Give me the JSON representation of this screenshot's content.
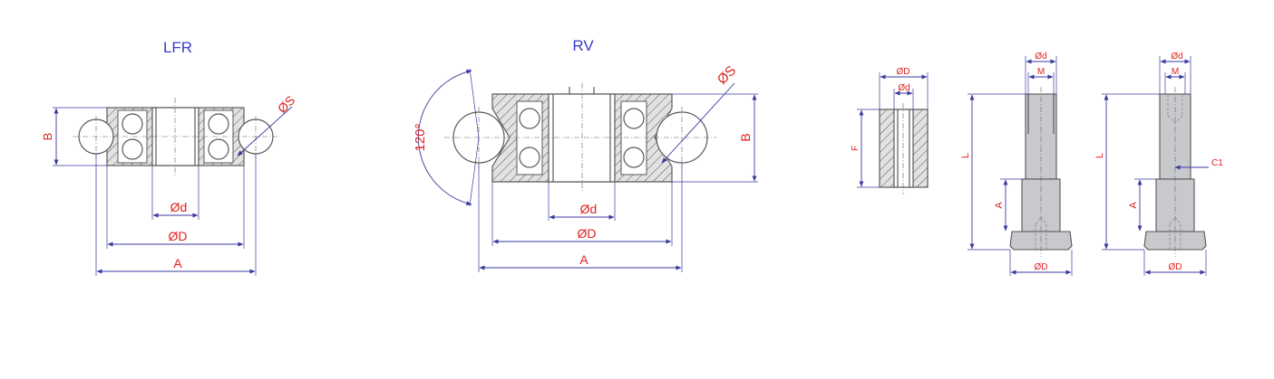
{
  "titles": {
    "lfr": "LFR",
    "rv": "RV"
  },
  "lfr": {
    "b": "B",
    "s": "ØS",
    "d": "Ød",
    "D": "ØD",
    "a": "A"
  },
  "rv": {
    "angle": "120°",
    "s": "ØS",
    "b": "B",
    "d": "Ød",
    "D": "ØD",
    "a": "A"
  },
  "bushing": {
    "D": "ØD",
    "d": "Ød",
    "f": "F"
  },
  "bolt1": {
    "d": "Ød",
    "m": "M",
    "l": "L",
    "a": "A",
    "D": "ØD"
  },
  "bolt2": {
    "d": "Ød",
    "m": "M",
    "l": "L",
    "a": "A",
    "c1": "C1",
    "D": "ØD"
  },
  "colors": {
    "title": "#3a3ac8",
    "label": "#e02020",
    "dimension": "#3a3aa0",
    "part": "#c8c9cc"
  }
}
